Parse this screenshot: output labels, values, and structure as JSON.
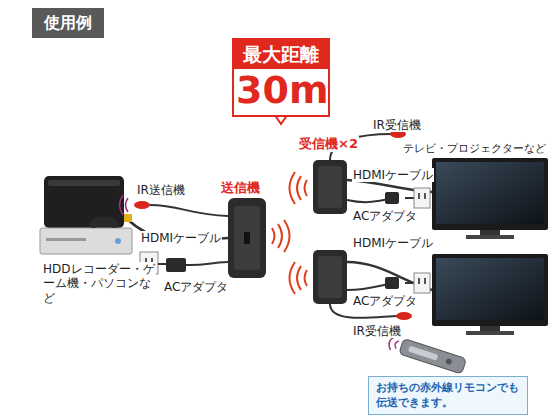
{
  "diagram": {
    "title": "使用例",
    "nodes": [
      {
        "text": [
          "最大距離",
          "30m"
        ]
      },
      {
        "text": [
          "お持ちの赤外線リモコンでも伝送できます。"
        ]
      }
    ],
    "labels": [
      "送信機",
      "受信機×2",
      "IR受信機",
      "テレビ・プロジェクターなど",
      "IR送信機",
      "HDMIケーブル",
      "HDMIケーブル",
      "ACアダプタ",
      "HDMIケーブル",
      "ACアダプタ",
      "HDDレコーダー・ゲーム機・パソコンなど",
      "ACアダプタ",
      "IR受信機"
    ]
  }
}
